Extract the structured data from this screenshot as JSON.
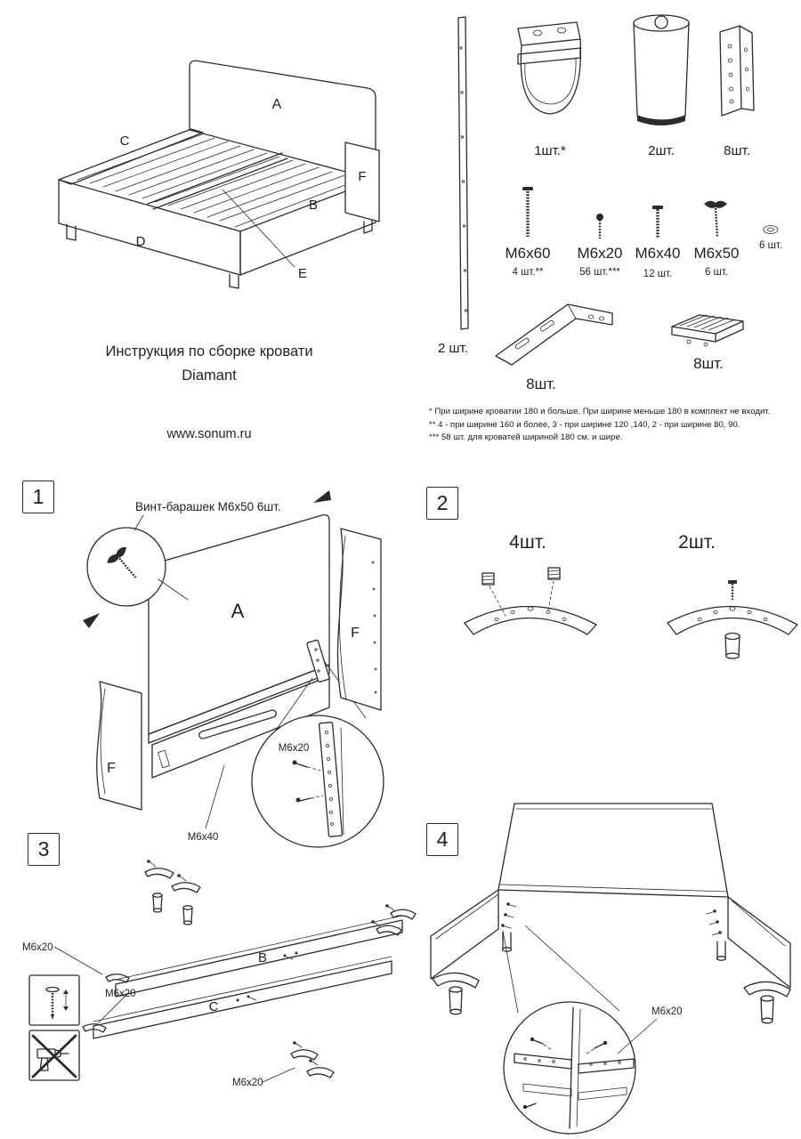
{
  "header": {
    "title_line1": "Инструкция по сборке кровати",
    "title_line2": "Diamant",
    "website": "www.sonum.ru"
  },
  "bed": {
    "label_a": "A",
    "label_b": "B",
    "label_c": "C",
    "label_d": "D",
    "label_e": "E",
    "label_f": "F"
  },
  "parts": {
    "rail_qty": "2 шт.",
    "hook_qty": "1шт.*",
    "leg_qty": "2шт.",
    "angle_qty": "8шт.",
    "m6x60": "М6х60",
    "m6x60_qty": "4 шт.**",
    "m6x20": "М6х20",
    "m6x20_qty": "56 шт.***",
    "m6x40": "М6х40",
    "m6x40_qty": "12 шт.",
    "m6x50": "М6х50",
    "m6x50_qty": "6 шт.",
    "washer_qty": "6 шт.",
    "plate_qty": "8шт.",
    "holder_qty": "8шт."
  },
  "footnotes": {
    "line1": "* При ширине кроватии 180 и больше. При ширине меньше  180 в комплект не входит.",
    "line2": "**  4 - при ширине 160 и более, 3 - при ширине 120  ,140, 2 - при ширине 80, 90.",
    "line3": "***  58 шт. для кроватей шириной 180 см. и шире."
  },
  "step1": {
    "num": "1",
    "callout": "Винт-барашек М6х50 6шт.",
    "label_a": "A",
    "label_f_right": "F",
    "label_f_left": "F",
    "m6x20": "М6х20",
    "m6x40": "М6х40"
  },
  "step2": {
    "num": "2",
    "qty_4": "4шт.",
    "qty_2": "2шт."
  },
  "step3": {
    "num": "3",
    "label_b": "B",
    "label_c": "C",
    "m6x20_1": "М6х20",
    "m6x20_2": "М6х20",
    "m6x20_3": "М6х20"
  },
  "step4": {
    "num": "4",
    "m6x20": "М6х20"
  }
}
